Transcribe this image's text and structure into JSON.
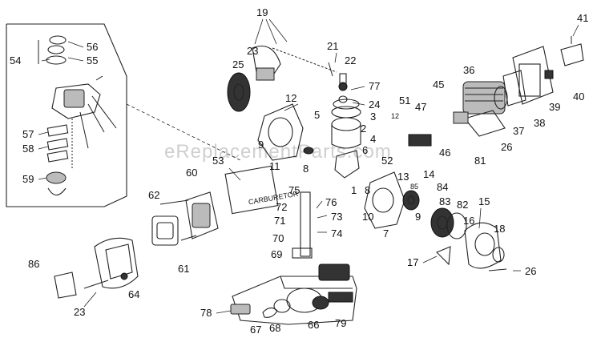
{
  "watermark": "eReplacementParts.com",
  "carburetor_plate_text": "CARBURETOR",
  "part_labels": {
    "p19": "19",
    "p41": "41",
    "p54": "54",
    "p56": "56",
    "p55": "55",
    "p23a": "23",
    "p25": "25",
    "p21": "21",
    "p22": "22",
    "p36": "36",
    "p77": "77",
    "p12": "12",
    "p24": "24",
    "p45": "45",
    "p51": "51",
    "p47": "47",
    "p57": "57",
    "p5": "5",
    "p3": "3",
    "p2": "2",
    "p4": "4",
    "p9a": "9",
    "p6": "6",
    "p58": "58",
    "p11": "11",
    "p8a": "8",
    "p52": "52",
    "p81": "81",
    "p46": "46",
    "p26a": "26",
    "p37": "37",
    "p38": "38",
    "p39": "39",
    "p40": "40",
    "p12b": "12",
    "p53": "53",
    "p59": "59",
    "p60": "60",
    "p13": "13",
    "p14": "14",
    "p75": "75",
    "p1": "1",
    "p8b": "8",
    "p62": "62",
    "p85": "85",
    "p84": "84",
    "p76": "76",
    "p72": "72",
    "p83": "83",
    "p82": "82",
    "p15": "15",
    "p10": "10",
    "p71": "71",
    "p73": "73",
    "p9b": "9",
    "p16": "16",
    "p74": "74",
    "p7": "7",
    "p18": "18",
    "p70": "70",
    "p69": "69",
    "p61": "61",
    "p86": "86",
    "p17": "17",
    "p26b": "26",
    "p64": "64",
    "p78": "78",
    "p23b": "23",
    "p67": "67",
    "p68": "68",
    "p66": "66",
    "p79": "79"
  }
}
